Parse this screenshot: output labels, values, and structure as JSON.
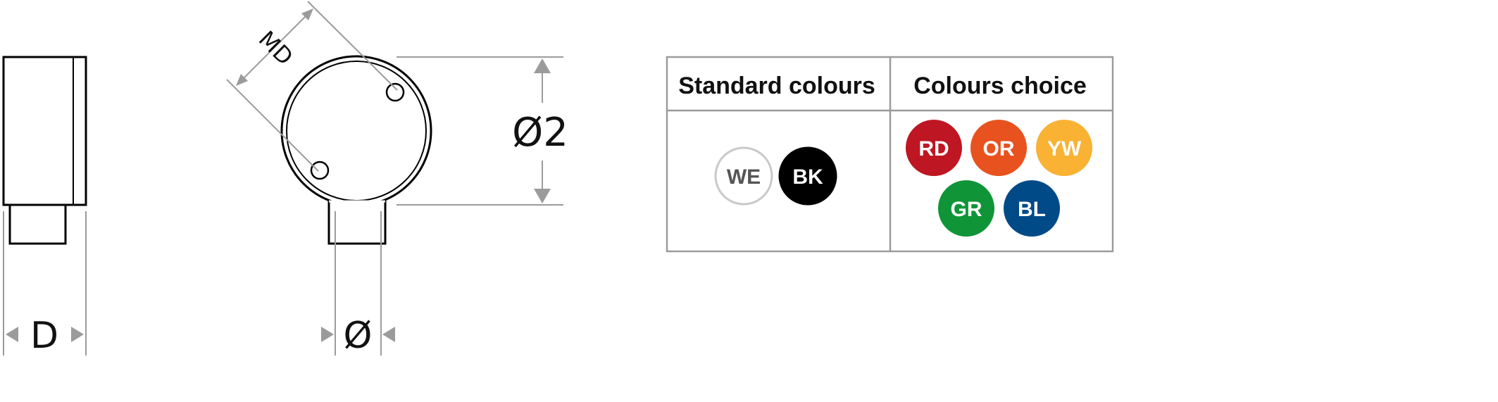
{
  "dimensions": {
    "depth_label": "D",
    "shaft_label": "Ø",
    "diameter2_label": "Ø2",
    "md_label": "MD"
  },
  "table": {
    "headers": [
      "Standard colours",
      "Colours choice"
    ],
    "standard_colours": [
      {
        "code": "WE",
        "fill": "#ffffff",
        "stroke": "#c9c9c9",
        "text_color": "#555555"
      },
      {
        "code": "BK",
        "fill": "#000000",
        "stroke": "#000000",
        "text_color": "#ffffff"
      }
    ],
    "choice_colours": [
      {
        "code": "RD",
        "fill": "#be1622",
        "text_color": "#ffffff"
      },
      {
        "code": "OR",
        "fill": "#e8521e",
        "text_color": "#ffffff"
      },
      {
        "code": "YW",
        "fill": "#f9b233",
        "text_color": "#ffffff"
      },
      {
        "code": "GR",
        "fill": "#0f9538",
        "text_color": "#ffffff"
      },
      {
        "code": "BL",
        "fill": "#004a87",
        "text_color": "#ffffff"
      }
    ]
  },
  "colors": {
    "outline": "#000000",
    "dimension_line": "#9b9b9b",
    "table_border": "#9b9b9b"
  }
}
